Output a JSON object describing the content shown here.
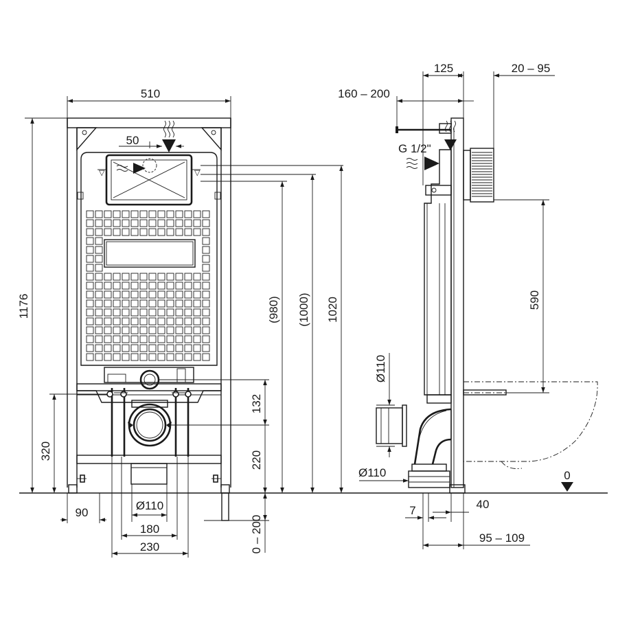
{
  "front_view": {
    "width": "510",
    "flush_offset": "50",
    "height_total": "1176",
    "dim_980": "(980)",
    "dim_1000": "(1000)",
    "dim_1020": "1020",
    "dim_132": "132",
    "dim_220": "220",
    "dim_320": "320",
    "leg_adjust": "0 – 200",
    "dim_90": "90",
    "pipe_dia": "Ø110",
    "dim_180": "180",
    "dim_230": "230"
  },
  "side_view": {
    "dim_125": "125",
    "dim_20_95": "20 – 95",
    "dim_160_200": "160 – 200",
    "water_inlet": "G 1/2\"",
    "dim_590": "590",
    "pipe_dia_upper": "Ø110",
    "pipe_dia_lower": "Ø110",
    "floor_level": "0",
    "dim_7": "7",
    "dim_40": "40",
    "dim_95_109": "95 – 109"
  }
}
